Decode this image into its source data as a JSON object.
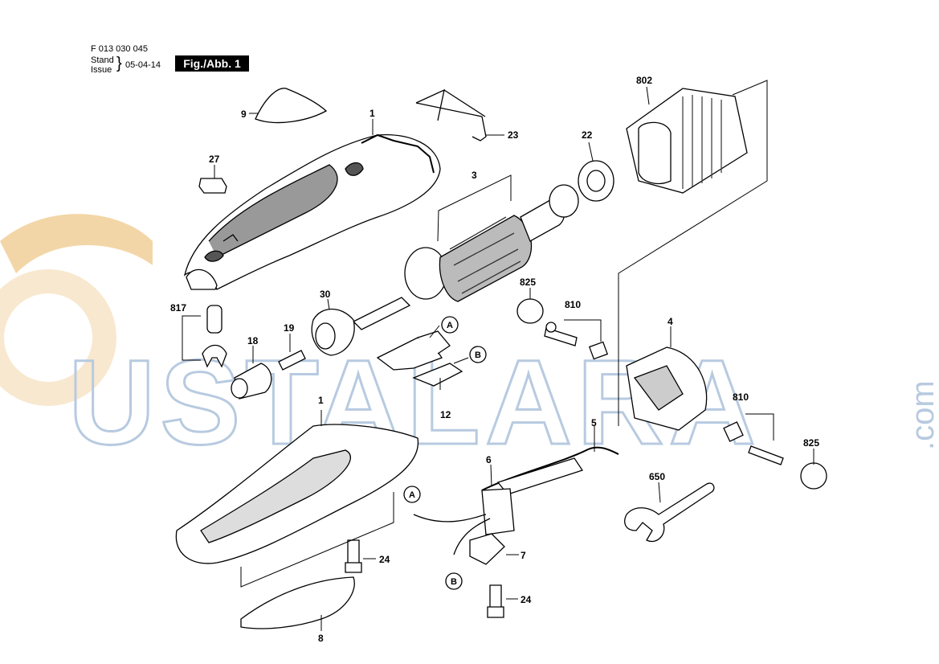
{
  "header": {
    "doc_number": "F 013 030 045",
    "stand_label": "Stand",
    "issue_label": "Issue",
    "date": "05-04-14",
    "fig_label": "Fig./Abb. 1"
  },
  "watermark": {
    "text": "USTALARA",
    "suffix": ".com",
    "color": "#9fb8d6",
    "accent_color": "#efc98a"
  },
  "labels": {
    "p1_top": "1",
    "p1_bottom": "1",
    "p3": "3",
    "p4": "4",
    "p5": "5",
    "p6": "6",
    "p7": "7",
    "p8": "8",
    "p9": "9",
    "p12": "12",
    "p18": "18",
    "p19": "19",
    "p22": "22",
    "p23": "23",
    "p24_a": "24",
    "p24_b": "24",
    "p27": "27",
    "p30": "30",
    "p650": "650",
    "p802": "802",
    "p810_a": "810",
    "p810_b": "810",
    "p817": "817",
    "p825_a": "825",
    "p825_b": "825",
    "ref_a1": "A",
    "ref_a2": "A",
    "ref_b1": "B",
    "ref_b2": "B"
  }
}
